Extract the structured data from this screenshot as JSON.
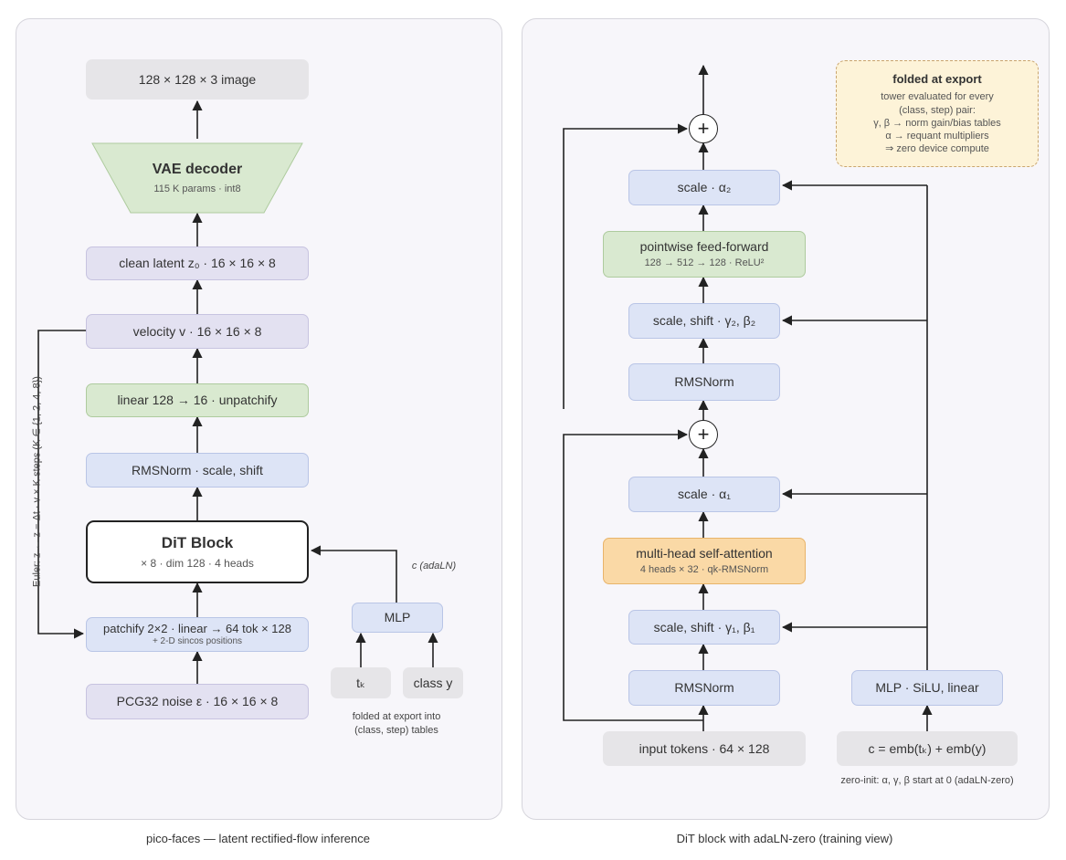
{
  "left": {
    "caption": "pico-faces — latent rectified-flow inference",
    "image_out": "128 × 128 × 3 image",
    "vae_title": "VAE decoder",
    "vae_sub": "115 K params · int8",
    "clean_latent": "clean latent z₀ · 16 × 16 × 8",
    "velocity": "velocity v · 16 × 16 × 8",
    "linear": "linear 128 → 16 · unpatchify",
    "rmsnorm": "RMSNorm · scale, shift",
    "dit_title": "DiT Block",
    "dit_sub": "× 8 · dim 128 · 4 heads",
    "patchify": "patchify 2×2 · linear → 64 tok × 128",
    "patchify_sub": "+ 2-D sincos positions",
    "noise": "PCG32 noise ε · 16 × 16 × 8",
    "mlp": "MLP",
    "tk": "tₖ",
    "class_y": "class y",
    "c_label": "c (adaLN)",
    "folded_note_1": "folded at export into",
    "folded_note_2": "(class, step) tables",
    "euler": "Euler: z ← z − Δt · v   × K steps (K ∈ {1, 2, 4, 8})"
  },
  "right": {
    "caption": "DiT block with adaLN-zero (training view)",
    "scale_a2": "scale · α₂",
    "ff_title": "pointwise feed-forward",
    "ff_sub": "128 → 512 → 128 · ReLU²",
    "scale_shift_2": "scale, shift · γ₂, β₂",
    "rmsnorm_2": "RMSNorm",
    "scale_a1": "scale · α₁",
    "attn_title": "multi-head self-attention",
    "attn_sub": "4 heads × 32 · qk-RMSNorm",
    "scale_shift_1": "scale, shift · γ₁, β₁",
    "rmsnorm_1": "RMSNorm",
    "input_tokens": "input tokens · 64 × 128",
    "mlp_silu": "MLP · SiLU, linear",
    "c_emb": "c = emb(tₖ) + emb(y)",
    "zero_init": "zero-init: α, γ, β start at 0 (adaLN-zero)",
    "note_title": "folded at export",
    "note_lines": [
      "tower evaluated for every",
      "(class, step) pair:",
      "γ, β → norm gain/bias tables",
      "α → requant multipliers",
      "⇒ zero device compute"
    ],
    "plus": "+"
  }
}
